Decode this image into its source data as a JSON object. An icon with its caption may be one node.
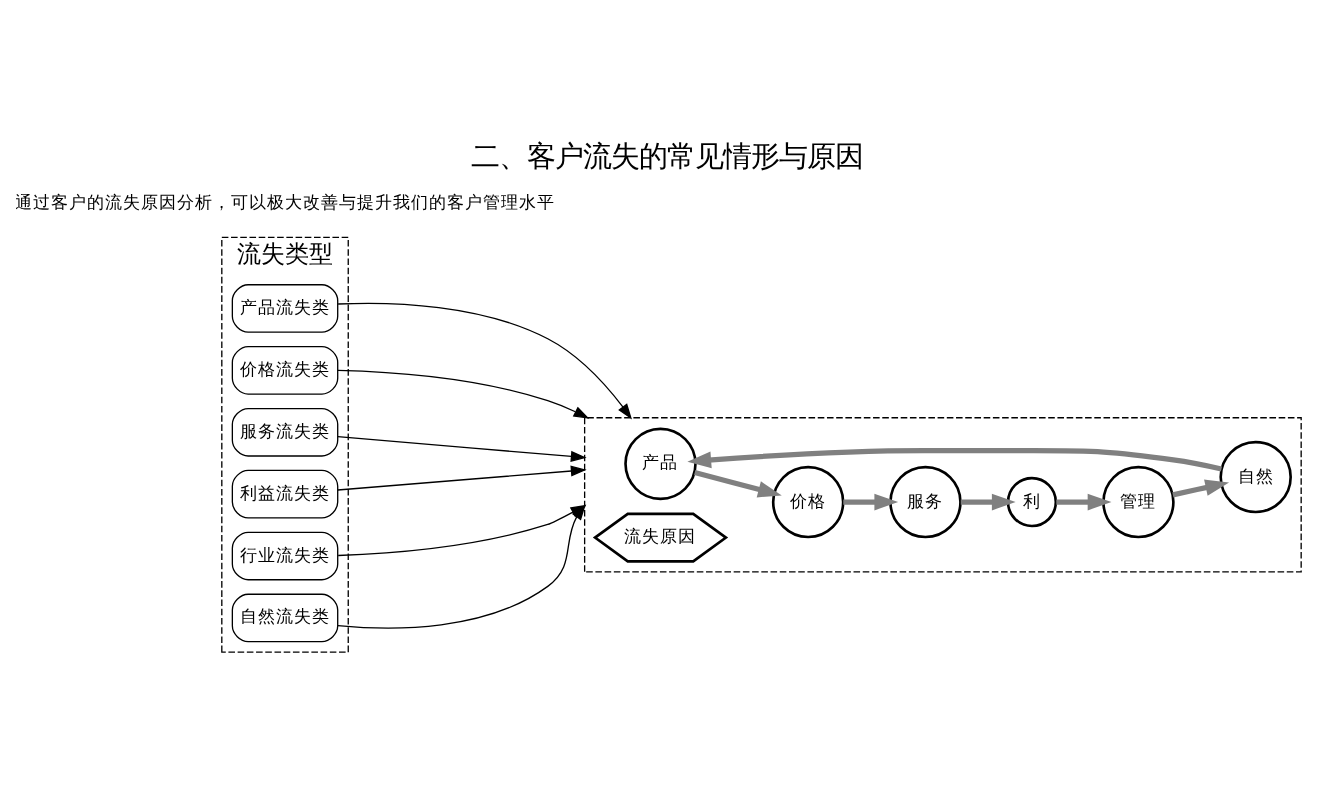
{
  "diagram": {
    "title": "二、客户流失的常见情形与原因",
    "nodes": [
      {
        "text": [
          "流失类型"
        ]
      },
      {
        "text": [
          "产品流失类"
        ],
        "in": 0
      },
      {
        "text": [
          "价格流失类"
        ],
        "in": 0
      },
      {
        "text": [
          "服务流失类"
        ],
        "in": 0
      },
      {
        "text": [
          "利益流失类"
        ],
        "in": 0
      },
      {
        "text": [
          "行业流失类"
        ],
        "in": 0
      },
      {
        "text": [
          "自然流失类"
        ],
        "in": 0
      },
      {
        "text": [],
        "shape": "hexagon"
      },
      {
        "text": [
          "产品"
        ],
        "in": 7
      },
      {
        "text": [
          "自然"
        ],
        "in": 7
      },
      {
        "text": [
          "价格"
        ],
        "in": 7
      },
      {
        "text": [
          "流失原因"
        ],
        "in": 7
      },
      {
        "text": [
          "管理"
        ],
        "in": 7
      },
      {
        "text": [
          "服务"
        ],
        "in": 7
      },
      {
        "text": [
          "利"
        ],
        "in": 7
      }
    ],
    "edges": [
      {
        "from": 1,
        "to": 7,
        "arrow": "to"
      },
      {
        "from": 2,
        "to": 7,
        "arrow": "to"
      },
      {
        "from": 3,
        "to": 7,
        "arrow": "to"
      },
      {
        "from": 4,
        "to": 7,
        "arrow": "to"
      },
      {
        "from": 5,
        "to": 7,
        "arrow": "to"
      },
      {
        "from": 6,
        "to": 7,
        "arrow": "to"
      },
      {
        "from": 8,
        "to": 10,
        "arrow": "to",
        "style": "thick",
        "color": "#808080"
      },
      {
        "from": 10,
        "to": 13,
        "arrow": "to",
        "style": "thick",
        "color": "#808080"
      },
      {
        "from": 13,
        "to": 14,
        "arrow": "to",
        "style": "thick",
        "color": "#808080"
      },
      {
        "from": 14,
        "to": 12,
        "arrow": "to",
        "style": "thick",
        "color": "#808080"
      },
      {
        "from": 12,
        "to": 9,
        "arrow": "to",
        "style": "thick",
        "color": "#808080"
      },
      {
        "from": 9,
        "to": 8,
        "arrow": "to",
        "style": "thick",
        "color": "#808080"
      }
    ],
    "labels": [
      "通过客户的流失原因分析，可以极大改善与提升我们的客户管理水平"
    ]
  }
}
